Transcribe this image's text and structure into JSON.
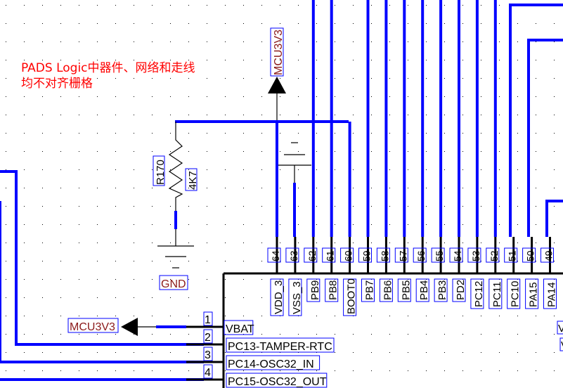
{
  "annotation": {
    "line1": "PADS Logic中器件、网络和走线",
    "line2": "均不对齐栅格",
    "color": "#ff0000"
  },
  "colors": {
    "wire": "#0000ff",
    "pin": "#000000",
    "label_box": "#0000ff",
    "net_label": "#8b1a1a",
    "background": "#ffffff",
    "grid_dot": "#000000"
  },
  "power_symbols": {
    "top_power": "MCU3V3",
    "left_power": "MCU3V3",
    "ground": "GND"
  },
  "resistor": {
    "refdes": "R170",
    "value": "4K7"
  },
  "top_pins": [
    {
      "number": "64",
      "name": "VDD_3"
    },
    {
      "number": "63",
      "name": "VSS_3"
    },
    {
      "number": "62",
      "name": "PB9"
    },
    {
      "number": "61",
      "name": "PB8"
    },
    {
      "number": "60",
      "name": "BOOT0"
    },
    {
      "number": "59",
      "name": "PB7"
    },
    {
      "number": "58",
      "name": "PB6"
    },
    {
      "number": "57",
      "name": "PB5"
    },
    {
      "number": "56",
      "name": "PB4"
    },
    {
      "number": "55",
      "name": "PB3"
    },
    {
      "number": "54",
      "name": "PD2"
    },
    {
      "number": "53",
      "name": "PC12"
    },
    {
      "number": "52",
      "name": "PC11"
    },
    {
      "number": "51",
      "name": "PC10"
    },
    {
      "number": "50",
      "name": "PA15"
    },
    {
      "number": "49",
      "name": "PA14"
    }
  ],
  "left_pins": [
    {
      "number": "1",
      "name": "VBAT"
    },
    {
      "number": "2",
      "name": "PC13-TAMPER-RTC"
    },
    {
      "number": "3",
      "name": "PC14-OSC32_IN"
    },
    {
      "number": "4",
      "name": "PC15-OSC32_OUT"
    }
  ],
  "partial_right_labels": [
    "V",
    "V"
  ]
}
